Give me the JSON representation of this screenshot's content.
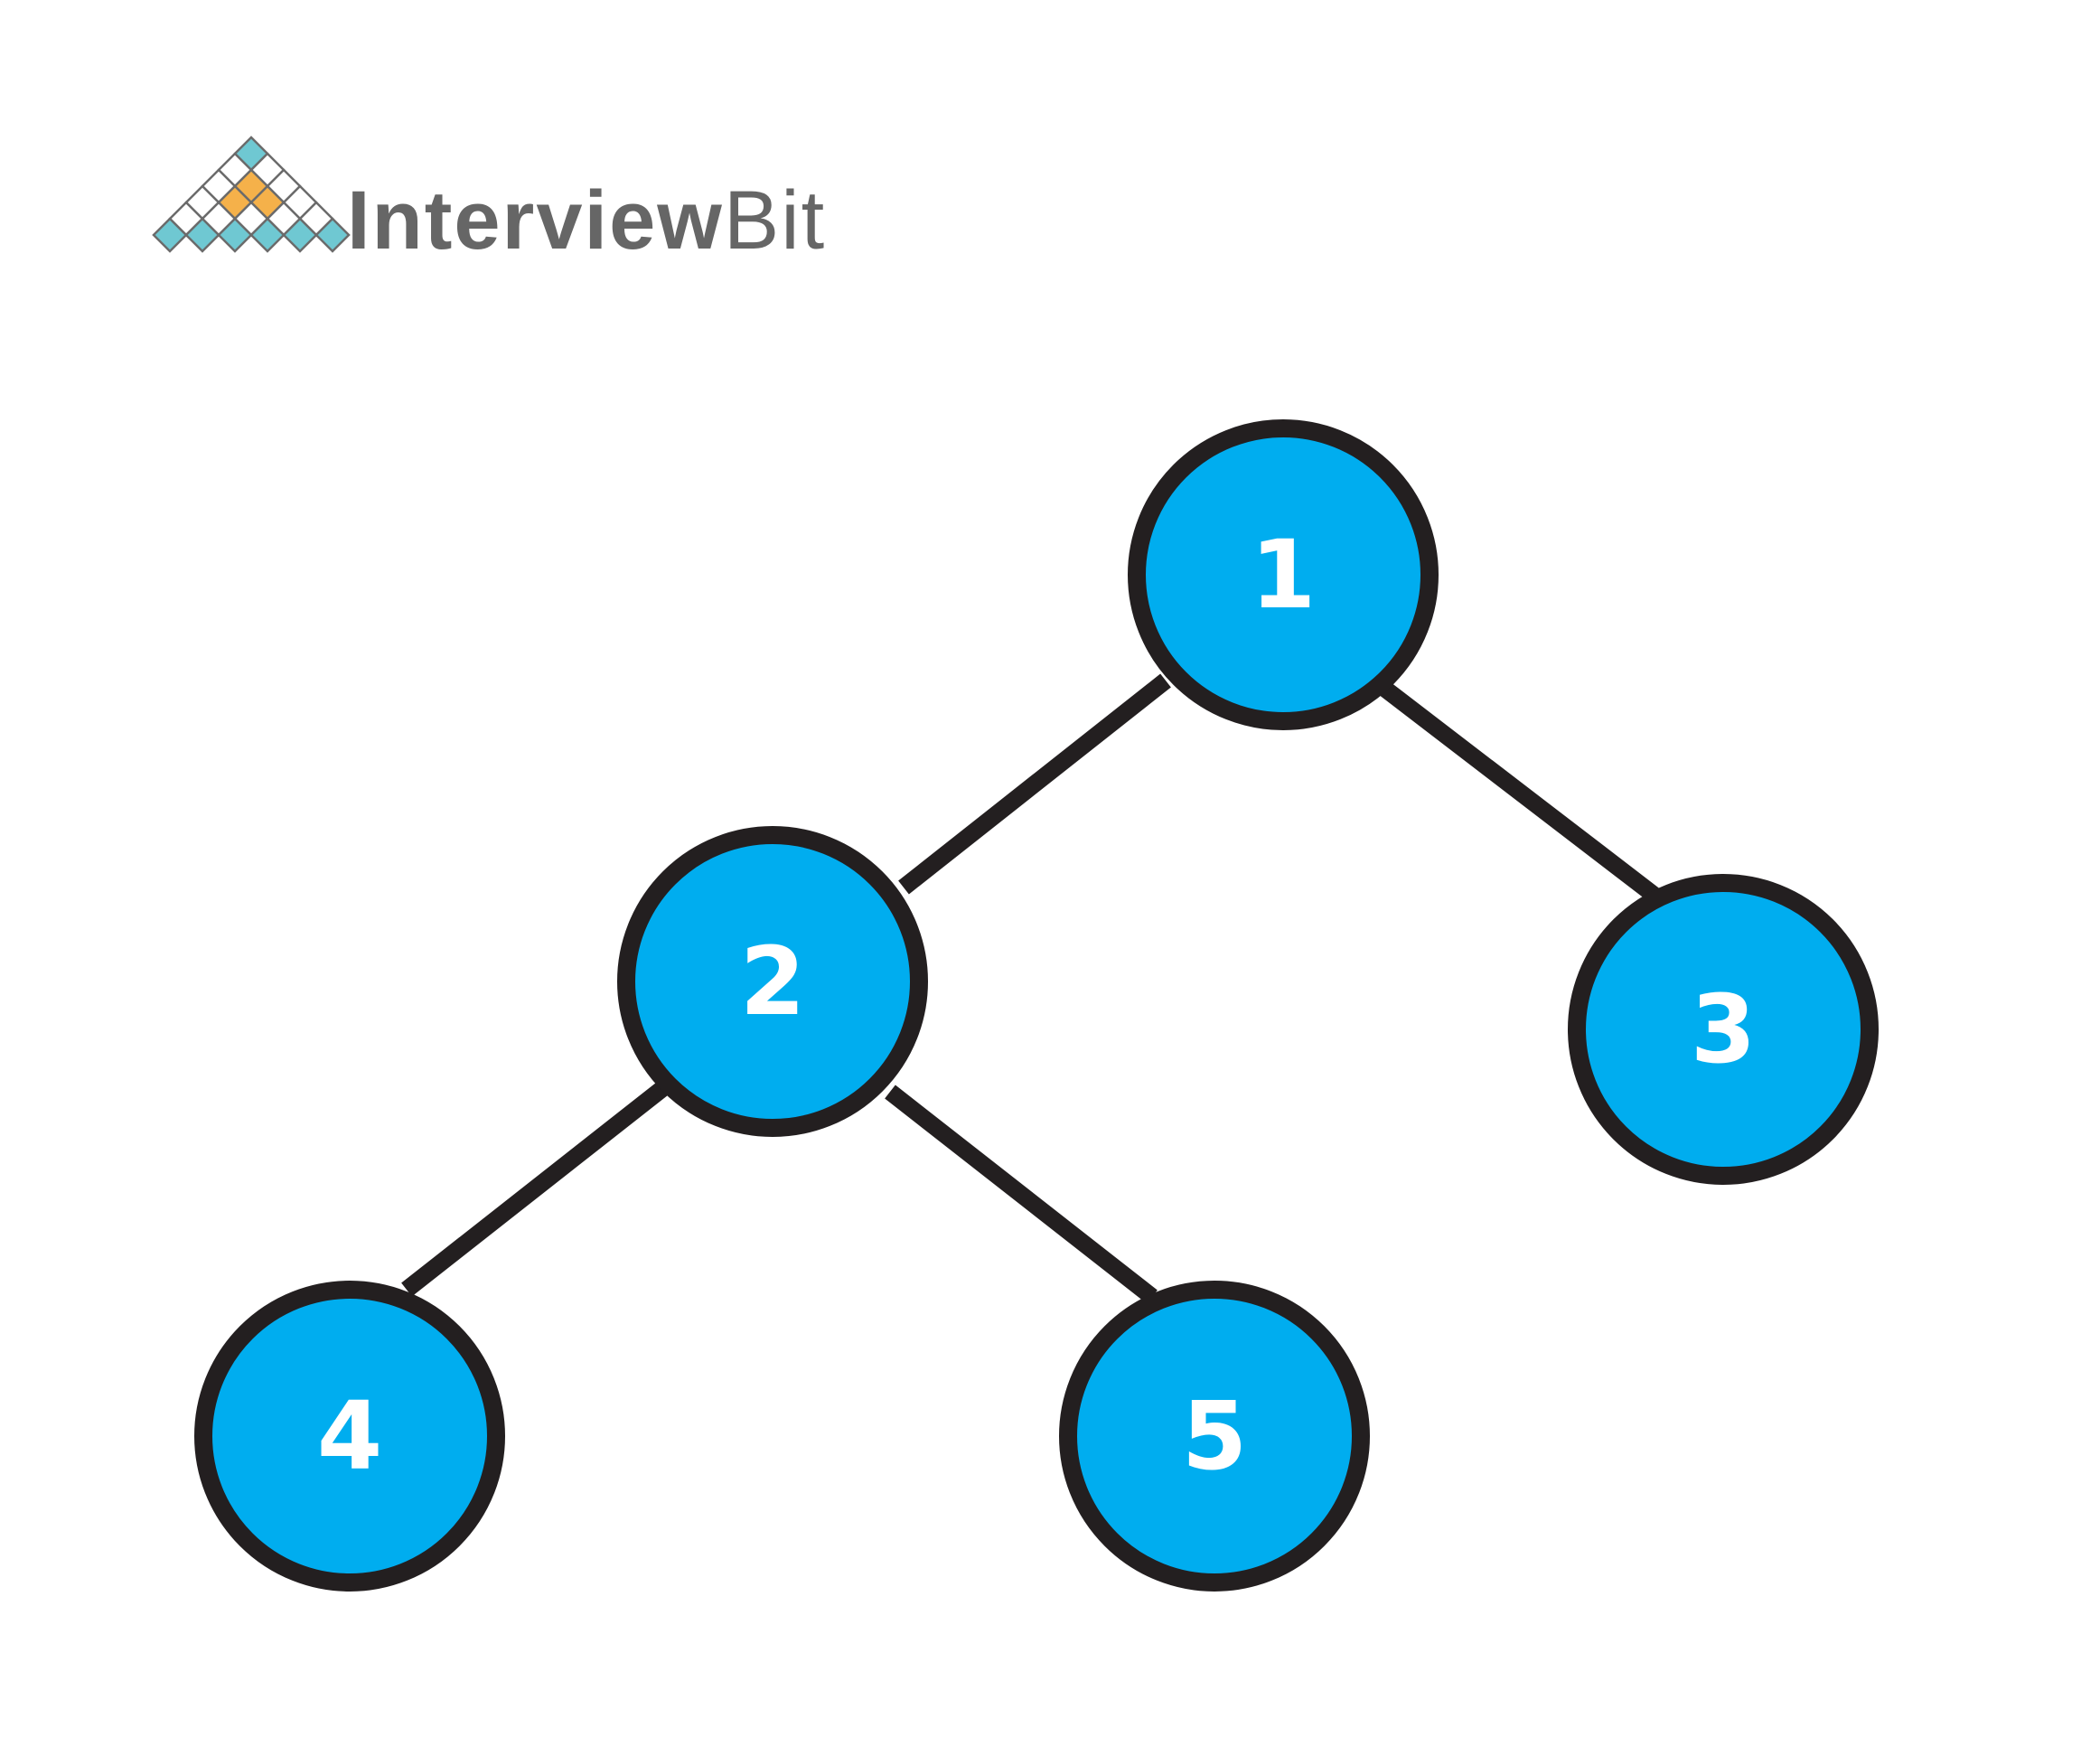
{
  "brand": {
    "name_part1": "Interview",
    "name_part2": "Bit",
    "logo_icon": "interviewbit-diamond-logo-icon",
    "colors": {
      "teal": "#6fc8d2",
      "orange": "#f5b14a",
      "outline": "#6b6b6b",
      "text": "#666666"
    }
  },
  "tree": {
    "colors": {
      "node_fill": "#00adef",
      "node_stroke": "#231f20",
      "edge": "#231f20",
      "label": "#ffffff"
    },
    "nodes": [
      {
        "id": "n1",
        "label": "1"
      },
      {
        "id": "n2",
        "label": "2"
      },
      {
        "id": "n3",
        "label": "3"
      },
      {
        "id": "n4",
        "label": "4"
      },
      {
        "id": "n5",
        "label": "5"
      }
    ],
    "edges": [
      {
        "from": "n1",
        "to": "n2"
      },
      {
        "from": "n1",
        "to": "n3"
      },
      {
        "from": "n2",
        "to": "n4"
      },
      {
        "from": "n2",
        "to": "n5"
      }
    ]
  }
}
